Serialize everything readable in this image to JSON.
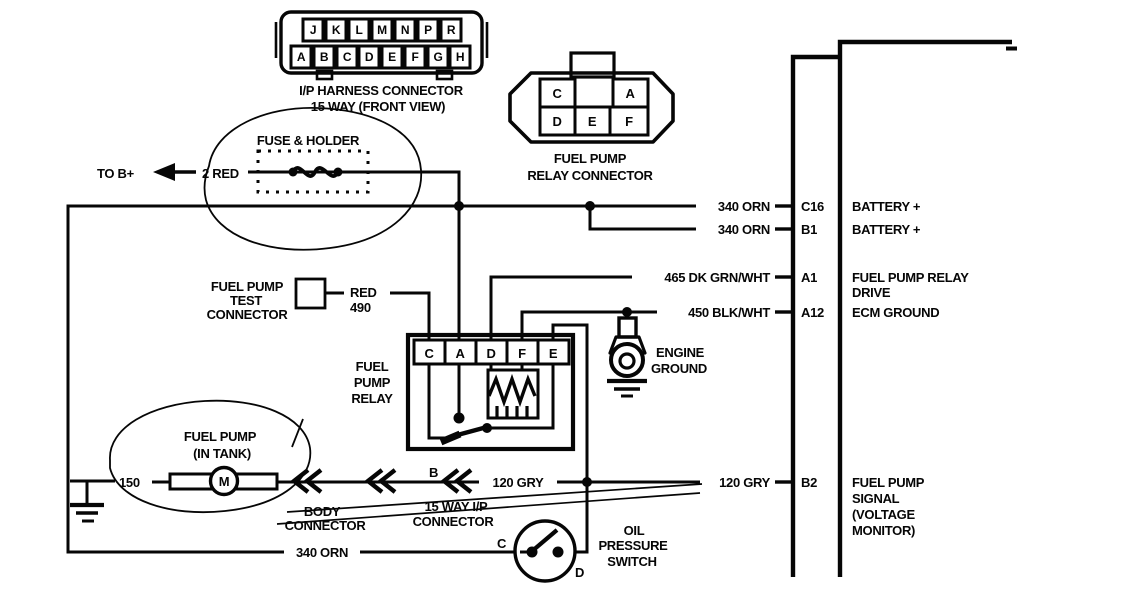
{
  "diagram": {
    "background": "#ffffff",
    "ink": "#060606",
    "title": "Fuel pump circuit wiring diagram"
  },
  "ip_connector": {
    "top_row": [
      "J",
      "K",
      "L",
      "M",
      "N",
      "P",
      "R"
    ],
    "bottom_row": [
      "A",
      "B",
      "C",
      "D",
      "E",
      "F",
      "G",
      "H"
    ],
    "label_line1": "I/P HARNESS CONNECTOR",
    "label_line2": "15 WAY  (FRONT VIEW)"
  },
  "relay_connector": {
    "cell_c": "C",
    "cell_a": "A",
    "cell_d": "D",
    "cell_e": "E",
    "cell_f": "F",
    "label_line1": "FUEL PUMP",
    "label_line2": "RELAY CONNECTOR"
  },
  "fuse": {
    "label": "FUSE & HOLDER",
    "to_label": "TO B+",
    "wire_label": "2 RED"
  },
  "test_connector": {
    "label_line1": "FUEL PUMP",
    "label_line2": "TEST",
    "label_line3": "CONNECTOR",
    "wire_label_line1": "RED",
    "wire_label_line2": "490"
  },
  "relay": {
    "label_line1": "FUEL",
    "label_line2": "PUMP",
    "label_line3": "RELAY",
    "terminals": [
      "C",
      "A",
      "D",
      "F",
      "E"
    ]
  },
  "engine_ground": {
    "label_line1": "ENGINE",
    "label_line2": "GROUND"
  },
  "fuel_pump": {
    "label_line1": "FUEL PUMP",
    "label_line2": "(IN TANK)",
    "motor_label": "M",
    "ground_wire_label": "150"
  },
  "inline_connectors": {
    "body_line1": "BODY",
    "body_line2": "CONNECTOR",
    "ip_line1": "15 WAY I/P",
    "ip_line2": "CONNECTOR",
    "b_terminal": "B"
  },
  "oil_switch": {
    "label_line1": "OIL",
    "label_line2": "PRESSURE",
    "label_line3": "SWITCH",
    "c_terminal": "C",
    "d_terminal": "D"
  },
  "wire_labels": {
    "gry_mid": "120 GRY",
    "orn_bottom": "340 ORN"
  },
  "ecm": {
    "rows": [
      {
        "wire": "340 ORN",
        "pin": "C16",
        "desc_lines": [
          "BATTERY +"
        ]
      },
      {
        "wire": "340 ORN",
        "pin": "B1",
        "desc_lines": [
          "BATTERY +"
        ]
      },
      {
        "wire": "465 DK GRN/WHT",
        "pin": "A1",
        "desc_lines": [
          "FUEL PUMP RELAY",
          "DRIVE"
        ]
      },
      {
        "wire": "450 BLK/WHT",
        "pin": "A12",
        "desc_lines": [
          "ECM GROUND"
        ]
      },
      {
        "wire": "120 GRY",
        "pin": "B2",
        "desc_lines": [
          "FUEL PUMP",
          "SIGNAL",
          "(VOLTAGE",
          "MONITOR)"
        ]
      }
    ]
  }
}
